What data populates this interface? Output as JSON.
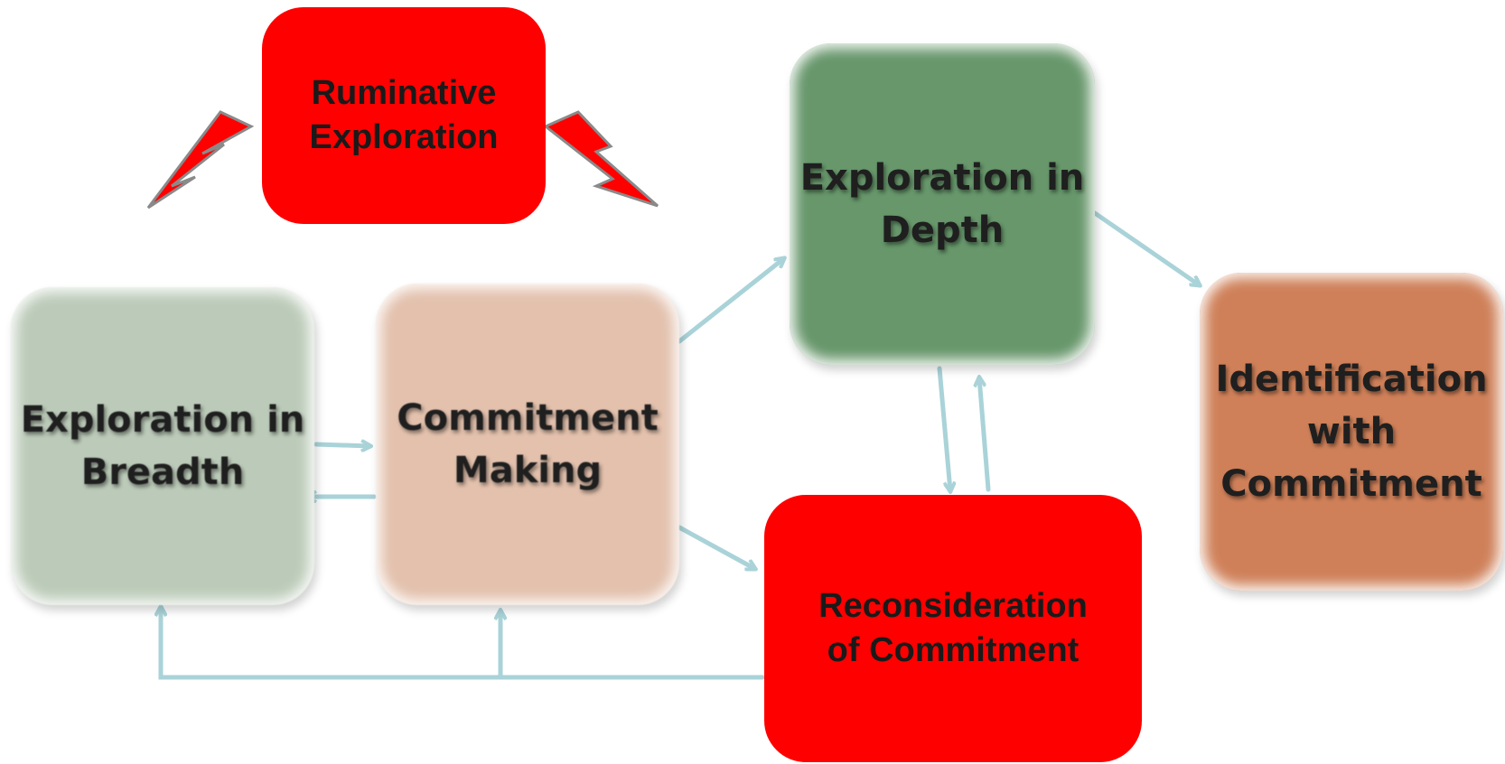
{
  "nodes": {
    "ruminative": {
      "label": "Ruminative\nExploration",
      "color": "#ff0000"
    },
    "breadth": {
      "label": "Exploration in\nBreadth",
      "color": "#bccbb9"
    },
    "commitment_making": {
      "label": "Commitment\nMaking",
      "color": "#e3c1ad"
    },
    "depth": {
      "label": "Exploration in\nDepth",
      "color": "#67976b"
    },
    "reconsideration": {
      "label": "Reconsideration\nof Commitment",
      "color": "#ff0000"
    },
    "identification": {
      "label": "Identification\nwith\nCommitment",
      "color": "#cf8059"
    }
  },
  "colors": {
    "arrow": "#a9d3d8",
    "lightning": "#ff0000",
    "lightning_outline": "#8a8a8a"
  },
  "edges": [
    {
      "from": "breadth",
      "to": "commitment_making"
    },
    {
      "from": "commitment_making",
      "to": "breadth"
    },
    {
      "from": "commitment_making",
      "to": "depth"
    },
    {
      "from": "commitment_making",
      "to": "reconsideration"
    },
    {
      "from": "depth",
      "to": "identification"
    },
    {
      "from": "depth",
      "to": "reconsideration"
    },
    {
      "from": "reconsideration",
      "to": "depth"
    },
    {
      "from": "reconsideration",
      "to": "breadth"
    },
    {
      "from": "reconsideration",
      "to": "commitment_making"
    }
  ],
  "icons": [
    "lightning-bolt-icon",
    "lightning-bolt-icon"
  ]
}
